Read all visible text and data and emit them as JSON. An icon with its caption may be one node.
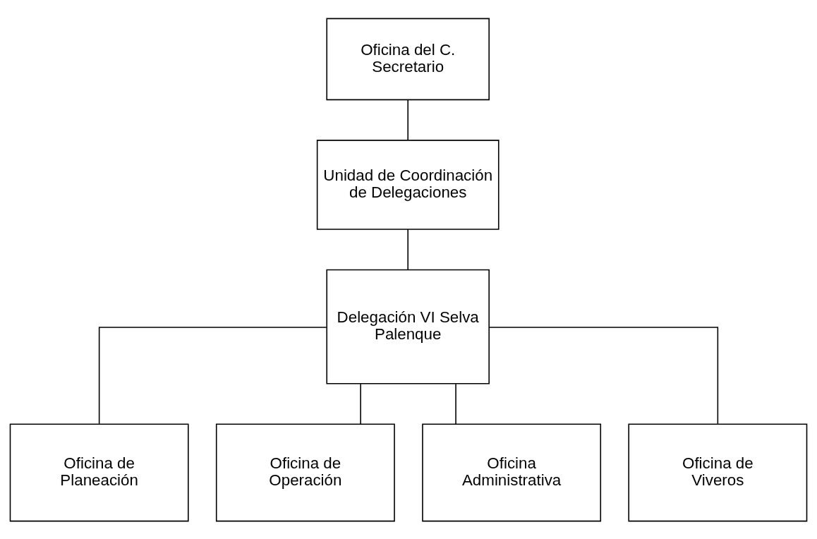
{
  "diagram": {
    "nodes": [
      {
        "text": [
          "Oficina del C. Secretario"
        ]
      },
      {
        "text": [
          "Unidad de Coordinación de Delegaciones"
        ]
      },
      {
        "text": [
          "Delegación VI Selva Palenque"
        ]
      },
      {
        "text": [
          "Oficina de Planeación"
        ]
      },
      {
        "text": [
          "Oficina de Operación"
        ]
      },
      {
        "text": [
          "Oficina Administrativa"
        ]
      },
      {
        "text": [
          "Oficina de Viveros"
        ]
      }
    ],
    "edges": [
      {
        "from": 0,
        "to": 1,
        "arrow": "none"
      },
      {
        "from": 1,
        "to": 2,
        "arrow": "none"
      },
      {
        "from": 2,
        "to": 3,
        "arrow": "none"
      },
      {
        "from": 2,
        "to": 4,
        "arrow": "none"
      },
      {
        "from": 2,
        "to": 5,
        "arrow": "none"
      },
      {
        "from": 2,
        "to": 6,
        "arrow": "none"
      }
    ]
  }
}
